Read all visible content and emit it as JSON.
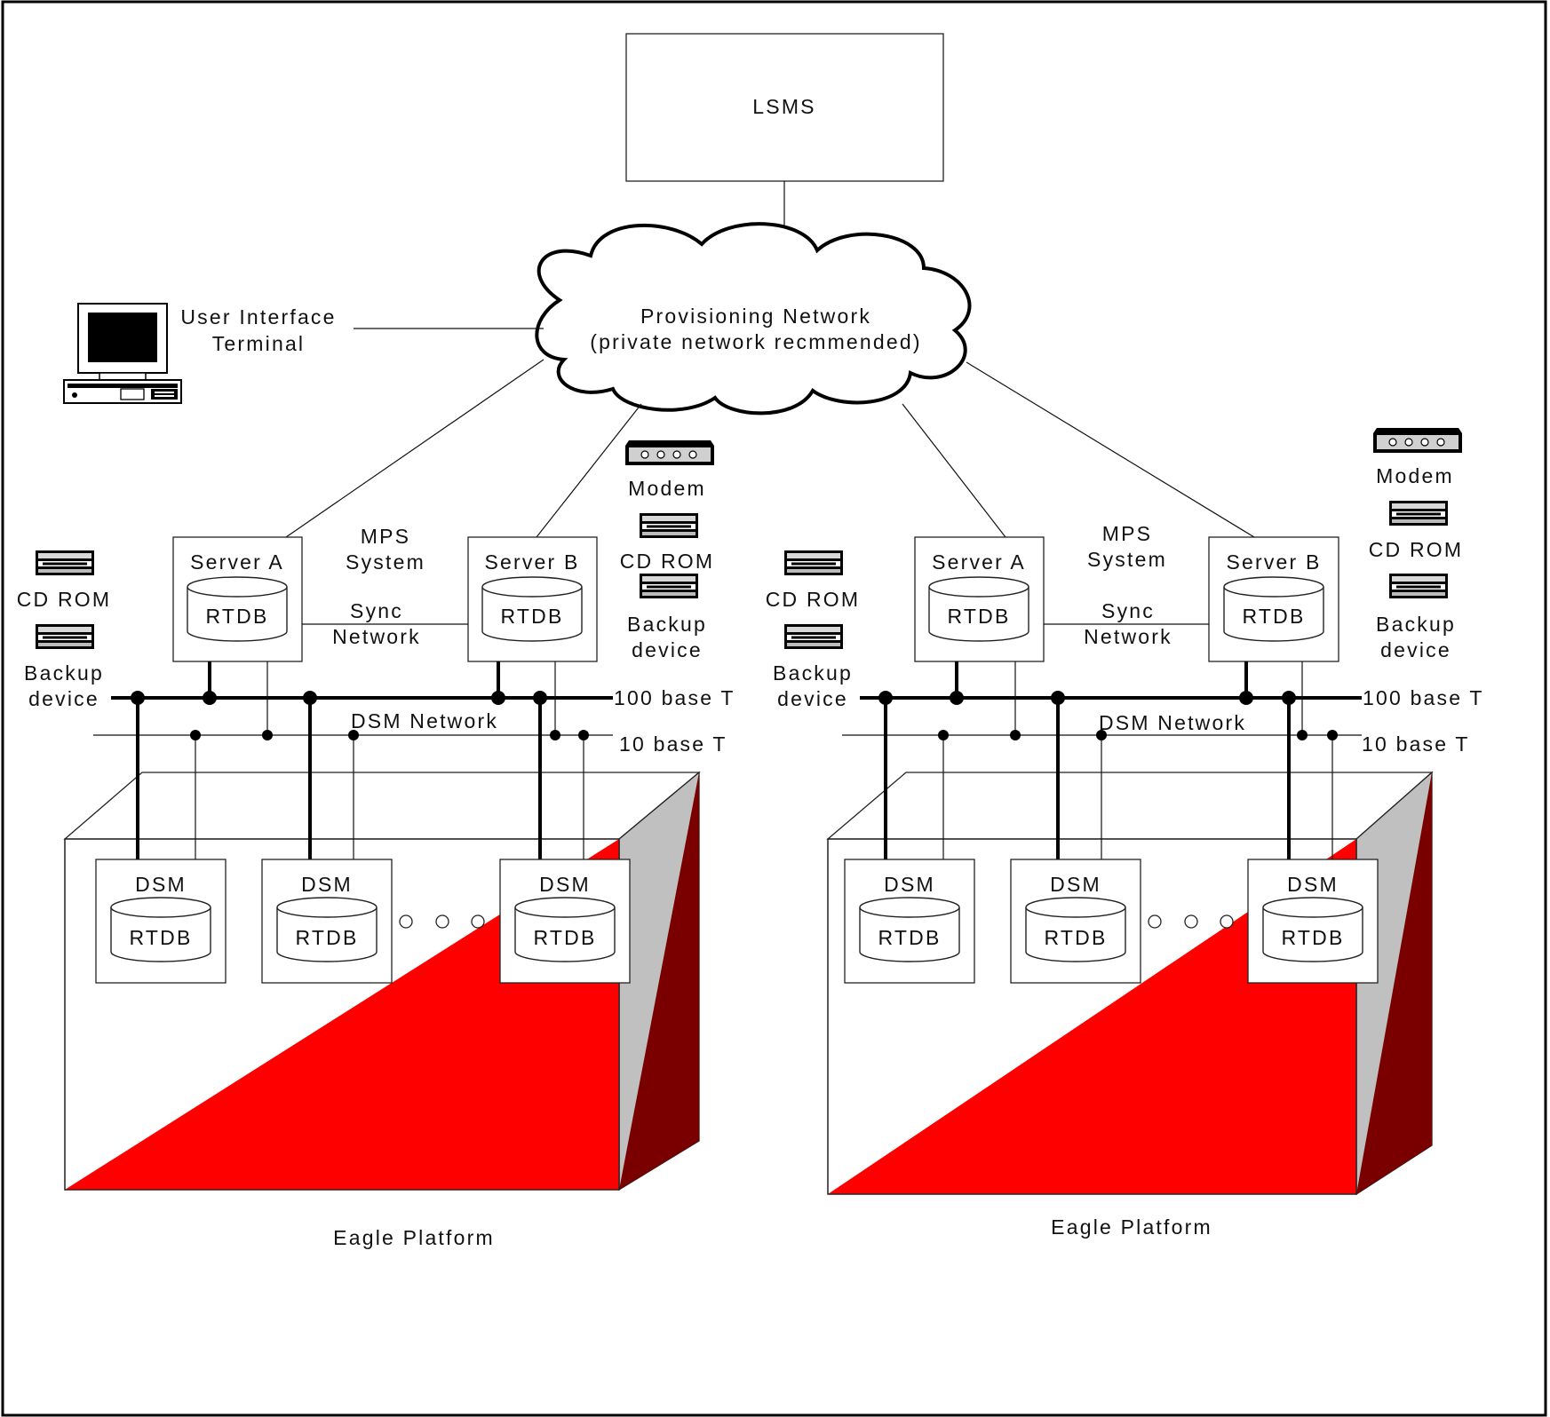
{
  "lsms": {
    "label": "LSMS"
  },
  "cloud": {
    "line1": "Provisioning Network",
    "line2": "(private network recmmended)"
  },
  "terminal": {
    "line1": "User Interface",
    "line2": "Terminal"
  },
  "sites": [
    {
      "server_a": "Server A",
      "server_b": "Server B",
      "db_label": "RTDB",
      "mps_line1": "MPS",
      "mps_line2": "System",
      "sync_line1": "Sync",
      "sync_line2": "Network",
      "left_cdrom": "CD ROM",
      "left_backup_line1": "Backup",
      "left_backup_line2": "device",
      "modem": "Modem",
      "right_cdrom": "CD ROM",
      "right_backup_line1": "Backup",
      "right_backup_line2": "device",
      "net_100": "100 base T",
      "net_10": "10 base T",
      "dsm_network": "DSM Network",
      "dsm_label": "DSM",
      "platform": "Eagle Platform"
    },
    {
      "server_a": "Server A",
      "server_b": "Server B",
      "db_label": "RTDB",
      "mps_line1": "MPS",
      "mps_line2": "System",
      "sync_line1": "Sync",
      "sync_line2": "Network",
      "left_cdrom": "CD ROM",
      "left_backup_line1": "Backup",
      "left_backup_line2": "device",
      "modem": "Modem",
      "right_cdrom": "CD ROM",
      "right_backup_line1": "Backup",
      "right_backup_line2": "device",
      "net_100": "100 base T",
      "net_10": "10 base T",
      "dsm_network": "DSM Network",
      "dsm_label": "DSM",
      "platform": "Eagle Platform"
    }
  ],
  "colors": {
    "platform_front": "#ff0000",
    "platform_side": "#7a0000",
    "platform_shade": "#c0c0c0"
  },
  "icons": [
    "computer-terminal-icon",
    "modem-icon",
    "cdrom-drive-icon",
    "backup-drive-icon",
    "database-cylinder-icon",
    "cloud-icon"
  ]
}
